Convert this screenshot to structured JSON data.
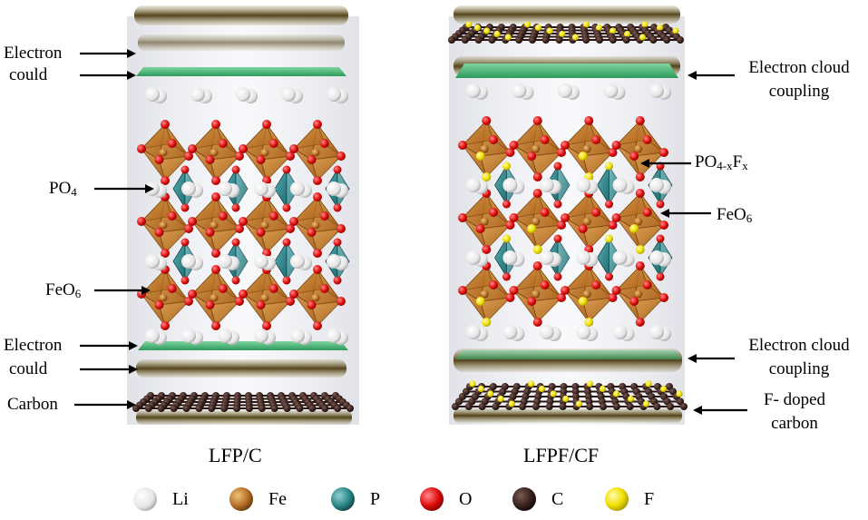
{
  "left_panel": {
    "caption": "LFP/C",
    "labels": {
      "electron_top_1": "Electron",
      "electron_top_2": "could",
      "po4_main": "PO",
      "po4_sub": "4",
      "feo6_main": "FeO",
      "feo6_sub": "6",
      "electron_bottom_1": "Electron",
      "electron_bottom_2": "could",
      "carbon": "Carbon"
    }
  },
  "right_panel": {
    "caption": "LFPF/CF",
    "labels": {
      "ecc_top_1": "Electron cloud",
      "ecc_top_2": "coupling",
      "po4xfx_po": "PO",
      "po4xfx_sub1": "4-x",
      "po4xfx_f": "F",
      "po4xfx_sub2": "x",
      "feo6_main": "FeO",
      "feo6_sub": "6",
      "ecc_bottom_1": "Electron cloud",
      "ecc_bottom_2": "coupling",
      "fdoped_1": "F- doped",
      "fdoped_2": "carbon"
    }
  },
  "legend": [
    {
      "label": "Li",
      "color": "#ececec"
    },
    {
      "label": "Fe",
      "color": "#b8732a"
    },
    {
      "label": "P",
      "color": "#2f8a8c"
    },
    {
      "label": "O",
      "color": "#e01010"
    },
    {
      "label": "C",
      "color": "#3b2420"
    },
    {
      "label": "F",
      "color": "#f0e000"
    }
  ],
  "colors": {
    "fe_octahedron": "#c47a26",
    "p_tetrahedron": "#3a8f95",
    "oxygen": "#e01010",
    "lithium": "#f2f2f2",
    "carbon_sheet": "#3b2420",
    "fluorine": "#f0e000",
    "electron_cloud": "#3fae6e",
    "haze": "#5a4a1c"
  }
}
